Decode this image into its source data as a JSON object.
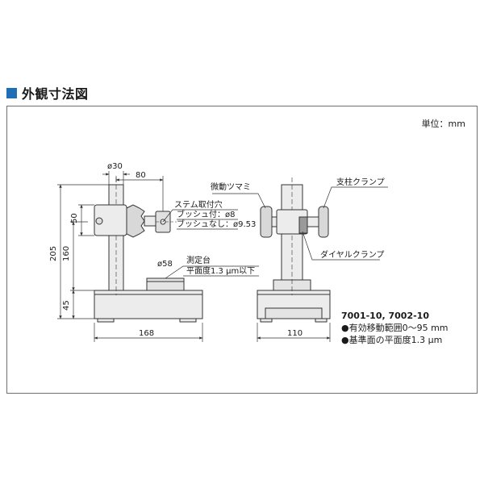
{
  "header": {
    "title": "外観寸法図"
  },
  "unit_label": "単位：mm",
  "front_view": {
    "dims": {
      "pillar_dia": "ø30",
      "arm_reach": "80",
      "arm_height": "50",
      "height_160": "160",
      "height_205": "205",
      "base_height": "45",
      "base_width": "168",
      "table_dia": "ø58"
    },
    "labels": {
      "stem_hole": "ステム取付穴",
      "with_bush": "ブッシュ付：ø8",
      "without_bush": "ブッシュなし：ø9.53",
      "table": "測定台",
      "flatness": "平面度1.3 µm以下"
    }
  },
  "side_view": {
    "dims": {
      "base_width": "110"
    },
    "labels": {
      "fine_knob": "微動ツマミ",
      "pillar_clamp": "支柱クランプ",
      "dial_clamp": "ダイヤルクランプ"
    }
  },
  "notes": {
    "model": "7001-10, 7002-10",
    "line1": "●有効移動範囲0～95 mm",
    "line2": "●基準面の平面度1.3 µm"
  },
  "colors": {
    "accent": "#1e6fb5",
    "line": "#333333",
    "frame": "#707070"
  }
}
